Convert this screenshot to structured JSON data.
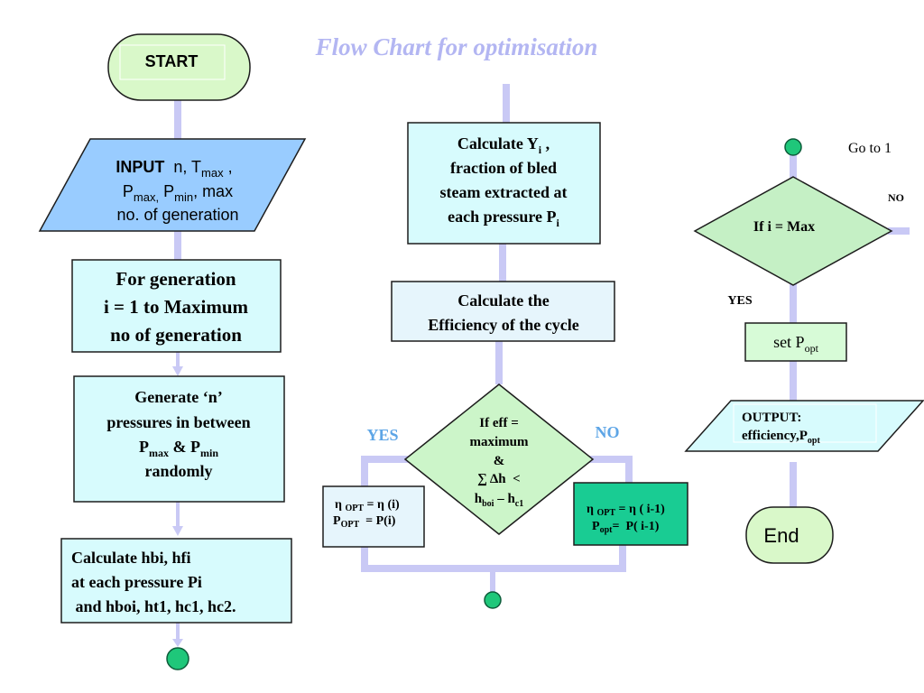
{
  "title": "Flow Chart for optimisation",
  "colors": {
    "title": "#b3b6f2",
    "connector": "#c9c9f5",
    "dot": "#1fc77a",
    "yes_no": "#5da5e6"
  },
  "left_column": {
    "start": "START",
    "input": {
      "bold": "INPUT",
      "line1_rest": "  n, T",
      "line1_sub": "max",
      "line1_end": " ,",
      "line2_a": "P",
      "line2_a_sub": "max,",
      "line2_b": " P",
      "line2_b_sub": "min",
      "line2_end": ", max",
      "line3": "no. of generation"
    },
    "loop": [
      "For generation",
      "i = 1 to Maximum",
      "no of generation"
    ],
    "generate": {
      "line1": "Generate ‘n’",
      "line2": "pressures in between",
      "line3_a": "P",
      "line3_a_sub": "max",
      "line3_mid": " & P",
      "line3_b_sub": "min",
      "line4": "randomly"
    },
    "calc_h": [
      "Calculate hbi, hfi",
      "at each pressure Pi",
      " and hboi, ht1, hc1, hc2."
    ]
  },
  "middle_column": {
    "calc_y": {
      "line1": "Calculate Y",
      "line1_sub": "i",
      "line1_end": " ,",
      "line2": "fraction of bled",
      "line3": "steam extracted at",
      "line4": "each pressure P",
      "line4_sub": "i"
    },
    "calc_eff": [
      "Calculate the",
      "Efficiency of the cycle"
    ],
    "decision": {
      "line1": "If eff =",
      "line2": "maximum",
      "line3": "&",
      "line4": "∑ Δh  <",
      "line5_a": "h",
      "line5_a_sub": "boi",
      "line5_mid": " – h",
      "line5_b_sub": "c1"
    },
    "yes_label": "YES",
    "no_label": "NO",
    "yes_box": {
      "l1_a": "η ",
      "l1_sub": "OPT",
      "l1_b": " = η (i)",
      "l2_a": "P",
      "l2_sub": "OPT",
      "l2_b": "  = P(i)"
    },
    "no_box": {
      "l1_a": "η ",
      "l1_sub": "OPT",
      "l1_b": " = η ( i-1)",
      "l2_a": "P",
      "l2_sub": "opt",
      "l2_b": "=  P( i-1)"
    }
  },
  "right_column": {
    "goto": "Go to 1",
    "decision": "If i = Max",
    "no_label": "NO",
    "yes_label": "YES",
    "set_popt_a": "set P",
    "set_popt_sub": "opt",
    "output_line1": "OUTPUT:",
    "output_line2": "efficiency,P",
    "output_sub": "opt",
    "end": "End"
  }
}
